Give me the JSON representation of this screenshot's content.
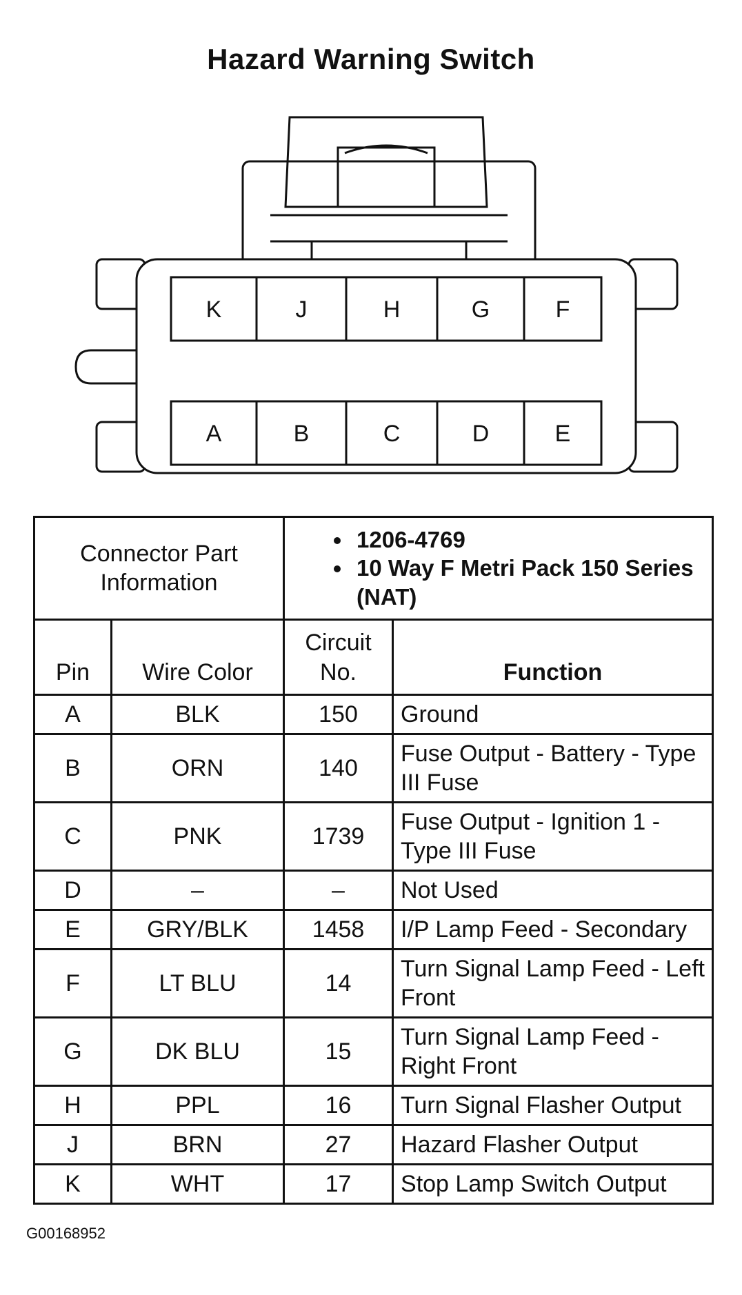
{
  "title": "Hazard Warning Switch",
  "connector": {
    "top_row_pins": [
      "K",
      "J",
      "H",
      "G",
      "F"
    ],
    "bottom_row_pins": [
      "A",
      "B",
      "C",
      "D",
      "E"
    ]
  },
  "part_info": {
    "label": "Connector Part Information",
    "items": [
      "1206-4769",
      "10 Way F Metri Pack 150 Series (NAT)"
    ]
  },
  "columns": {
    "pin": "Pin",
    "wire_color": "Wire Color",
    "circuit": "Circuit No.",
    "function": "Function"
  },
  "rows": [
    {
      "pin": "A",
      "wire": "BLK",
      "circuit": "150",
      "function": "Ground"
    },
    {
      "pin": "B",
      "wire": "ORN",
      "circuit": "140",
      "function": "Fuse Output - Battery - Type III Fuse"
    },
    {
      "pin": "C",
      "wire": "PNK",
      "circuit": "1739",
      "function": "Fuse Output - Ignition 1 - Type III Fuse"
    },
    {
      "pin": "D",
      "wire": "–",
      "circuit": "–",
      "function": "Not Used"
    },
    {
      "pin": "E",
      "wire": "GRY/BLK",
      "circuit": "1458",
      "function": "I/P Lamp Feed - Secondary"
    },
    {
      "pin": "F",
      "wire": "LT BLU",
      "circuit": "14",
      "function": "Turn Signal Lamp Feed - Left Front"
    },
    {
      "pin": "G",
      "wire": "DK BLU",
      "circuit": "15",
      "function": "Turn Signal Lamp Feed - Right Front"
    },
    {
      "pin": "H",
      "wire": "PPL",
      "circuit": "16",
      "function": "Turn Signal Flasher Output"
    },
    {
      "pin": "J",
      "wire": "BRN",
      "circuit": "27",
      "function": "Hazard Flasher Output"
    },
    {
      "pin": "K",
      "wire": "WHT",
      "circuit": "17",
      "function": "Stop Lamp Switch Output"
    }
  ],
  "figure_code": "G00168952"
}
